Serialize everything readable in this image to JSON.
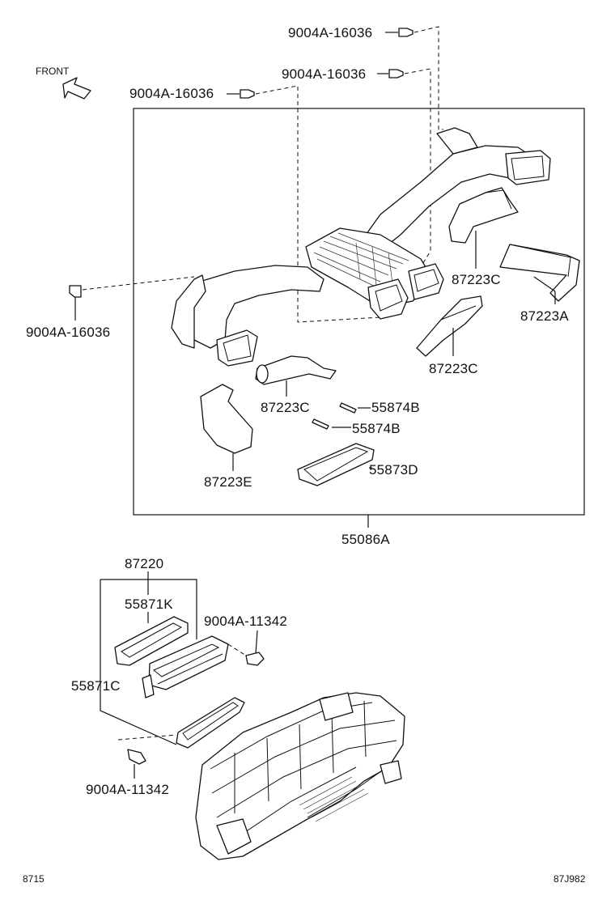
{
  "front_label": "FRONT",
  "labels": {
    "screw_top_1": "9004A-16036",
    "screw_top_2": "9004A-16036",
    "screw_top_3": "9004A-16036",
    "screw_left": "9004A-16036",
    "duct_c_right": "87223C",
    "duct_a": "87223A",
    "duct_c_lower_right": "87223C",
    "duct_c_center": "87223C",
    "seal_b_1": "55874B",
    "seal_b_2": "55874B",
    "duct_e": "87223E",
    "gasket_d": "55873D",
    "assembly": "55086A",
    "filter_assy": "87220",
    "filter_k": "55871K",
    "bolt_right": "9004A-11342",
    "filter_c": "55871C",
    "bolt_left": "9004A-11342"
  },
  "footer": {
    "left_code": "8715",
    "right_code": "87J982"
  }
}
